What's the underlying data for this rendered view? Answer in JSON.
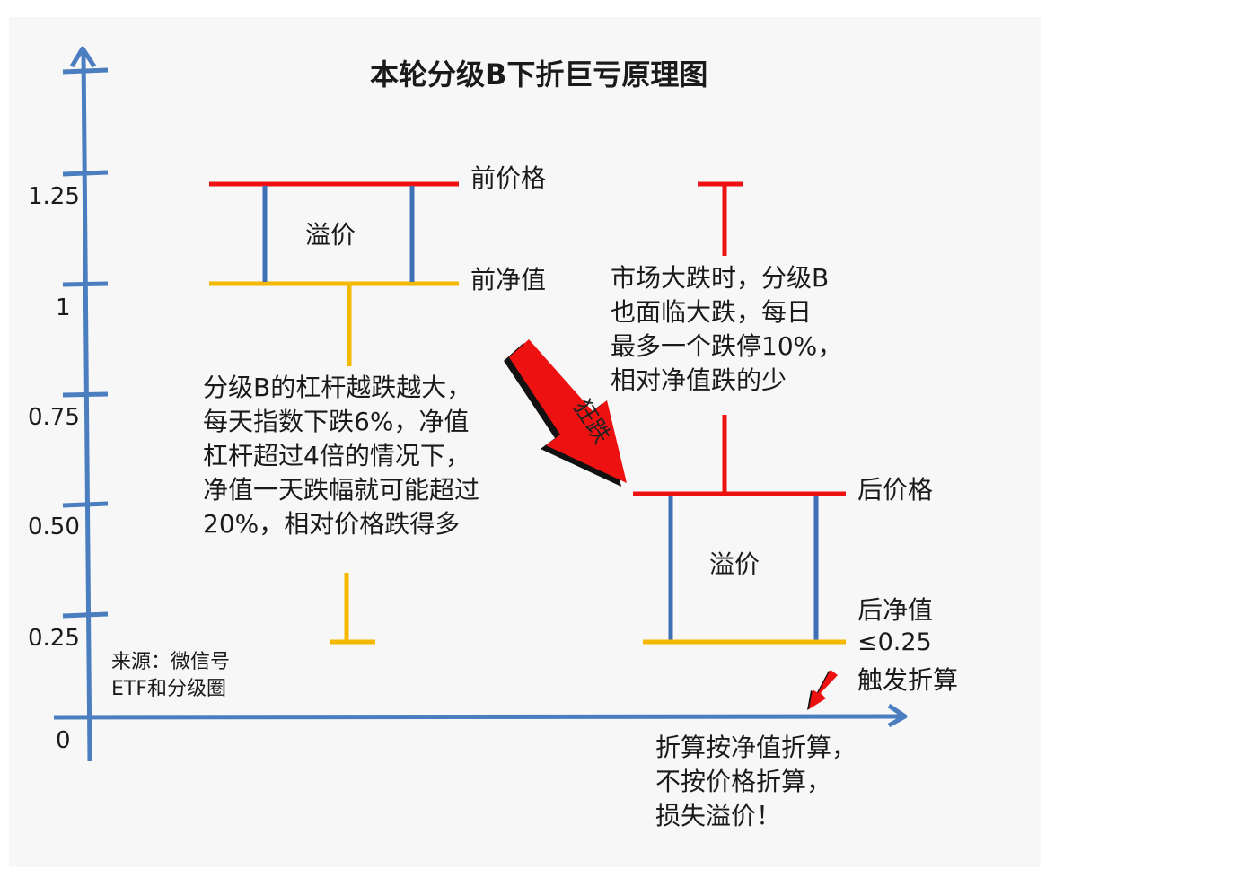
{
  "title": "本轮分级B下折巨亏原理图",
  "colors": {
    "axis": "#4a7ebf",
    "price_line": "#ee1111",
    "nav_line": "#f5b800",
    "premium_bar": "#3f6fb5",
    "arrow": "#ee1111",
    "background": "#f7f7f7"
  },
  "y_axis": {
    "ticks": [
      "1.25",
      "1",
      "0.75",
      "0.50",
      "0.25",
      "0"
    ]
  },
  "before": {
    "price_label": "前价格",
    "nav_label": "前净值",
    "premium_label": "溢价"
  },
  "after": {
    "price_label": "后价格",
    "nav_label": "后净值",
    "premium_label": "溢价",
    "threshold_label": "≤0.25",
    "trigger_label": "触发折算"
  },
  "arrow_label": "狂跌",
  "annotations": {
    "nav_drop": "分级B的杠杆越跌越大，\n每天指数下跌6%，净值\n杠杆超过4倍的情况下，\n净值一天跌幅就可能超过\n20%，相对价格跌得多",
    "price_drop": "市场大跌时，分级B\n也面临大跌，每日\n最多一个跌停10%，\n相对净值跌的少",
    "conversion": "折算按净值折算，\n不按价格折算，\n损失溢价！"
  },
  "source": "来源：微信号\nETF和分级圈"
}
